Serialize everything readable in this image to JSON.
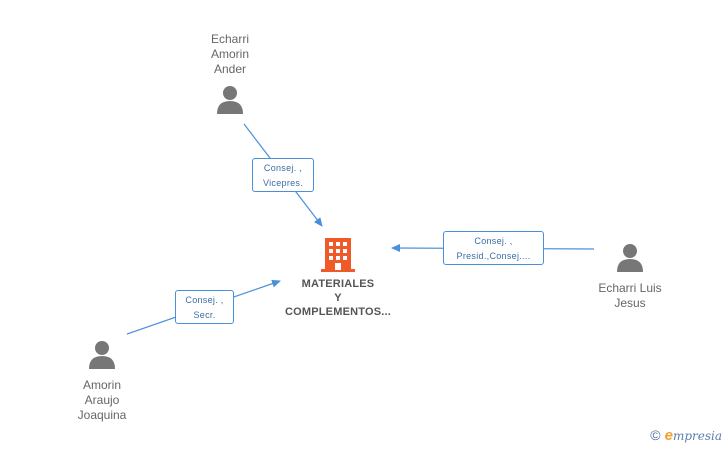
{
  "company": {
    "name_lines": [
      "MATERIALES",
      "Y",
      "COMPLEMENTOS..."
    ],
    "icon": "building-icon",
    "color": "#f05a28"
  },
  "people": [
    {
      "id": "echarri-amorin-ander",
      "name_lines": [
        "Echarri",
        "Amorin",
        "Ander"
      ],
      "icon": "person-icon"
    },
    {
      "id": "echarri-luis-jesus",
      "name_lines": [
        "Echarri Luis",
        "Jesus"
      ],
      "icon": "person-icon"
    },
    {
      "id": "amorin-araujo-joaquina",
      "name_lines": [
        "Amorin",
        "Araujo",
        "Joaquina"
      ],
      "icon": "person-icon"
    }
  ],
  "roles": [
    {
      "lines": [
        "Consej. ,",
        "Vicepres."
      ]
    },
    {
      "lines": [
        "Consej. ,",
        "Presid.,Consej...."
      ]
    },
    {
      "lines": [
        "Consej. ,",
        "Secr."
      ]
    }
  ],
  "colors": {
    "edge": "#4a90d9",
    "person": "#777777",
    "text": "#666666"
  },
  "brand": {
    "copyright": "©",
    "e": "e",
    "rest": "mpresia"
  }
}
